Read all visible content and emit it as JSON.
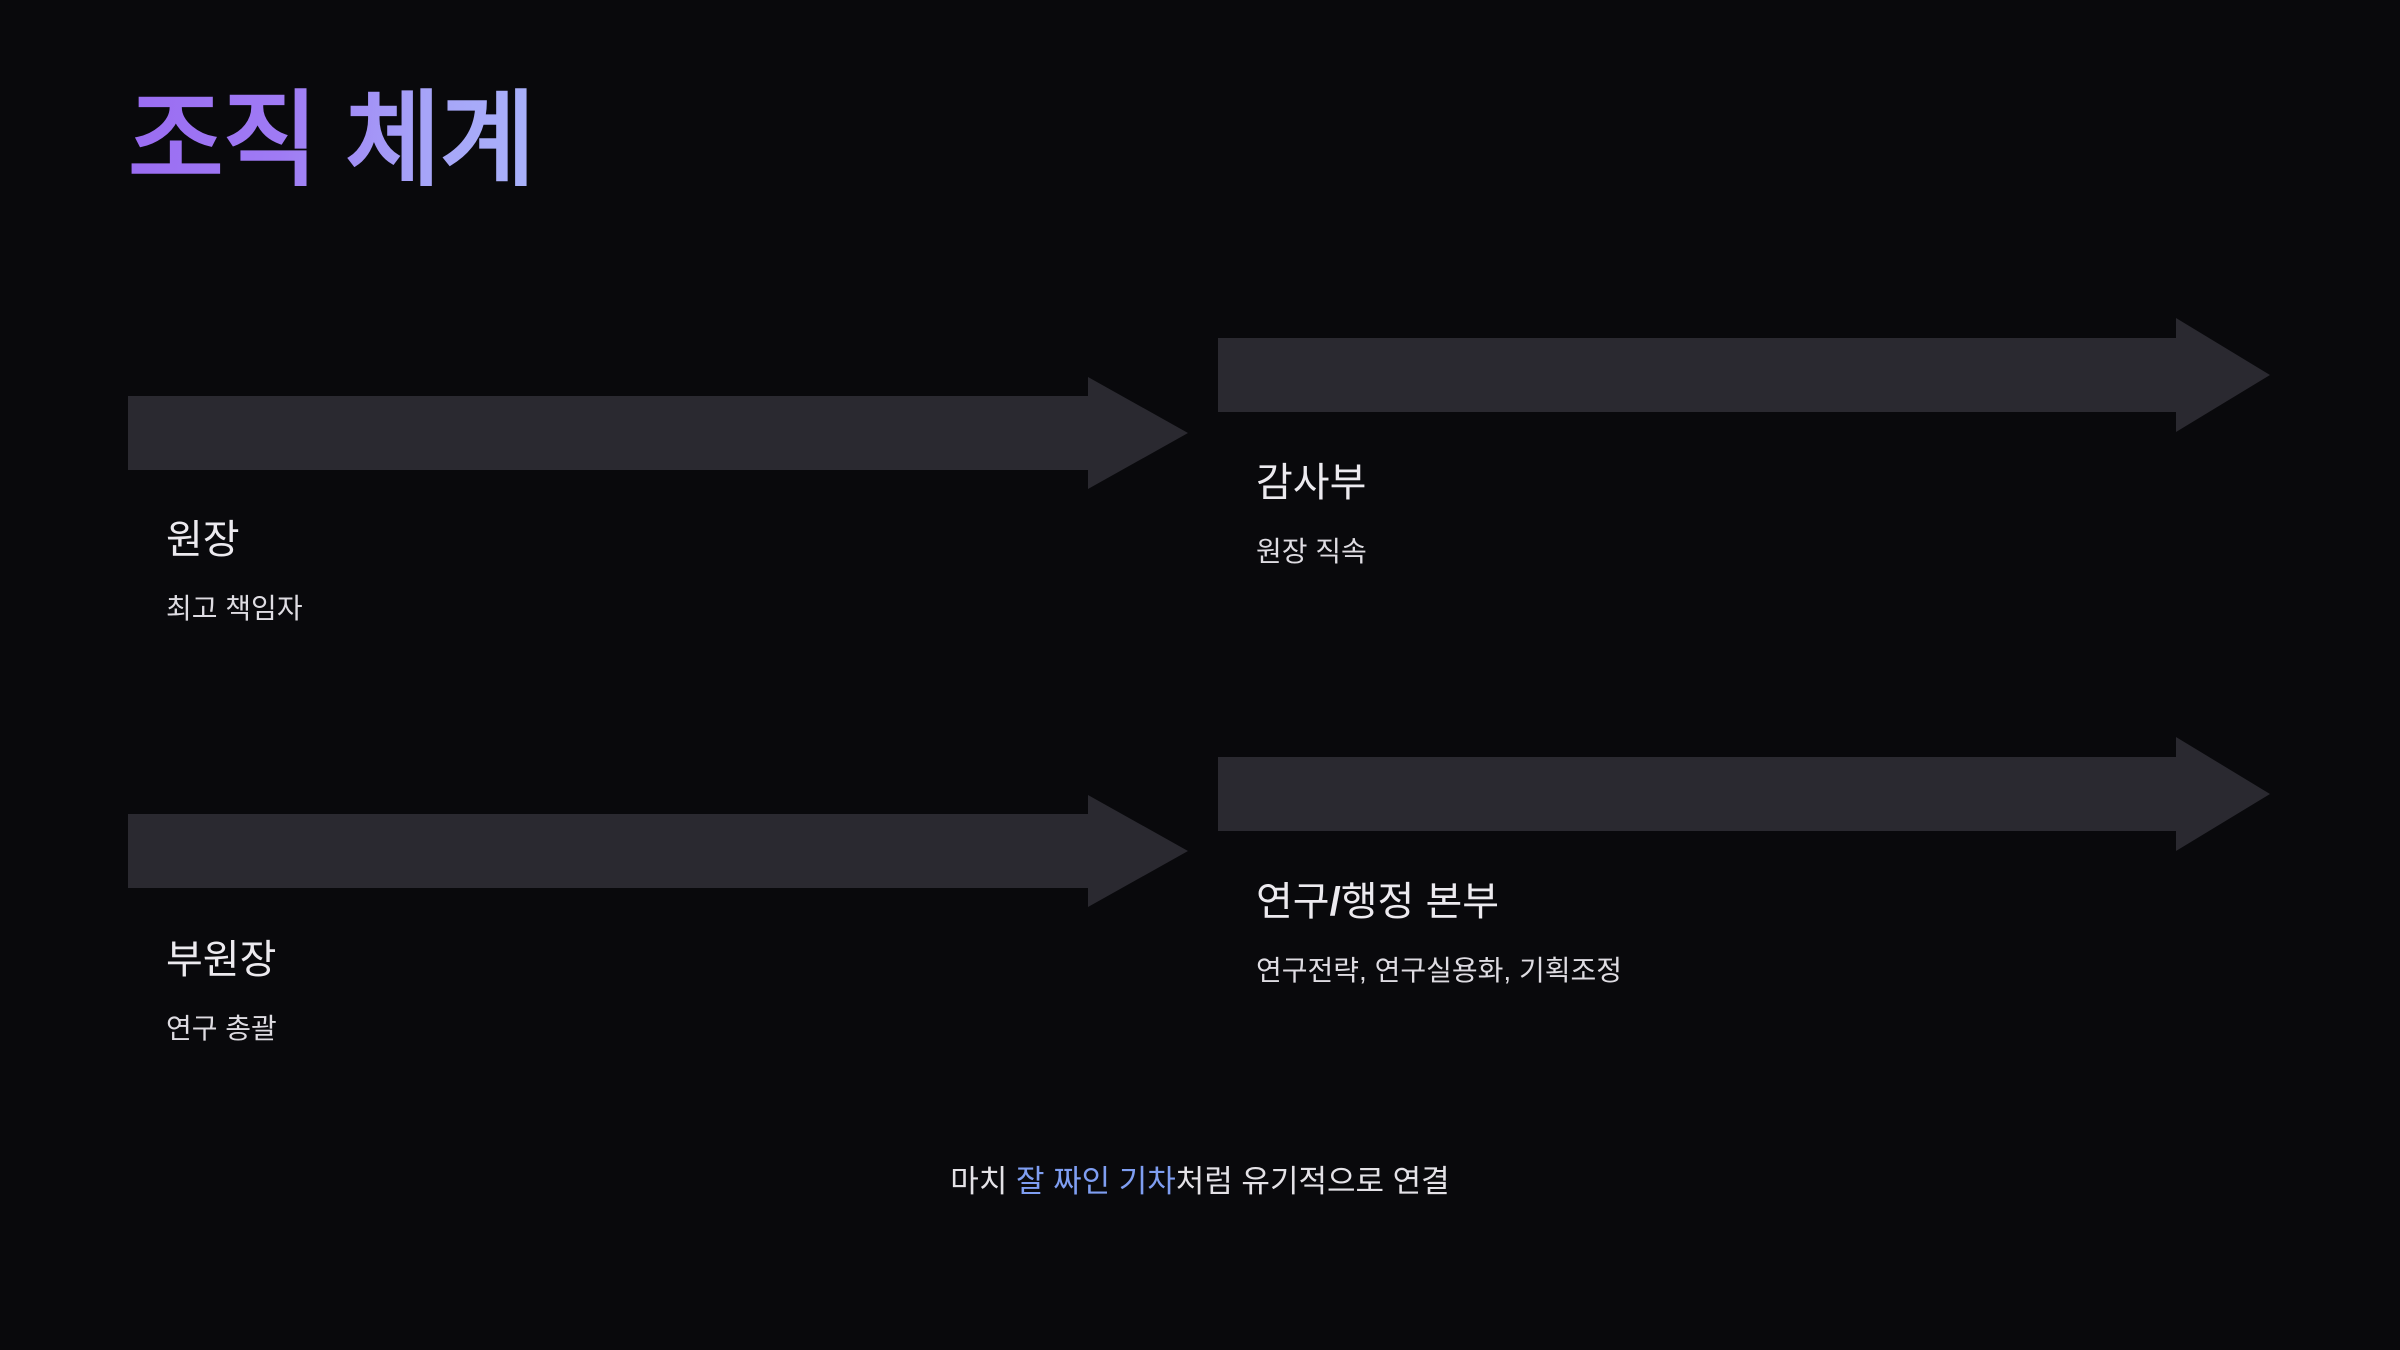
{
  "slide": {
    "title": "조직 체계",
    "background_color": "#09090c",
    "title_gradient_from": "#9a6cf2",
    "title_gradient_to": "#a9b2fa",
    "arrow_fill": "#2a2930"
  },
  "cars": [
    {
      "id": "wonjang",
      "title": "원장",
      "subtitle": "최고 책임자",
      "arrow_label": "arrow-right"
    },
    {
      "id": "gamsabu",
      "title": "감사부",
      "subtitle": "원장 직속",
      "arrow_label": "arrow-right"
    },
    {
      "id": "buwonjang",
      "title": "부원장",
      "subtitle": "연구 총괄",
      "arrow_label": "arrow-right"
    },
    {
      "id": "yeongu-haengjeong-bonbu",
      "title_pre": "연구",
      "title_slash": "/",
      "title_post": "행정 본부",
      "title": "연구/행정 본부",
      "subtitle": "연구전략, 연구실용화, 기획조정",
      "arrow_label": "arrow-right"
    }
  ],
  "caption": {
    "lead": "마치 ",
    "highlight": "잘 짜인 기차",
    "tail": "처럼 유기적으로 연결",
    "highlight_color": "#7f9ef2",
    "full": "마치 잘 짜인 기차처럼 유기적으로 연결"
  }
}
